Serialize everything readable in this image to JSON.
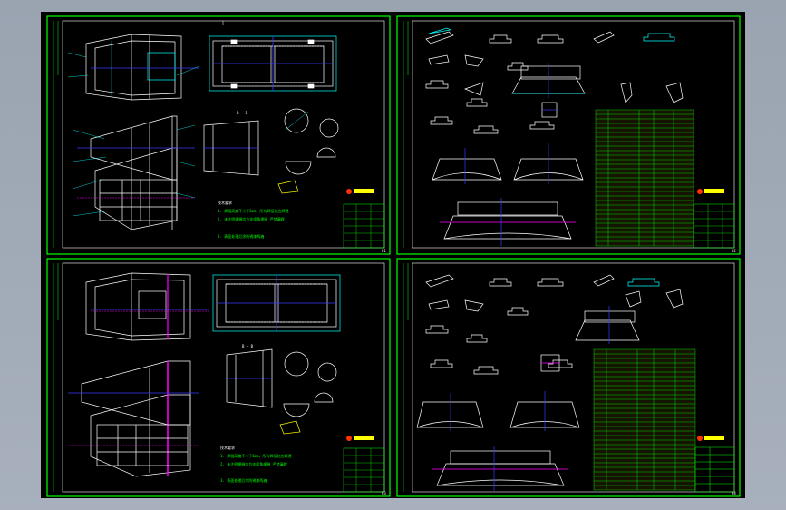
{
  "window": {
    "title": ""
  },
  "sheets": [
    {
      "id": "top-left",
      "section_label": "B — B",
      "note_heading": "技术要求",
      "note_lines": [
        "1. 焊缝高度不小于6mm，所有焊接处应焊透",
        "2. 未注明焊缝均为连续角焊缝 严禁漏焊",
        "3. 表面处理后涂防锈漆两遍"
      ],
      "page_tag": "01"
    },
    {
      "id": "top-right",
      "section_label": "",
      "page_tag": "02"
    },
    {
      "id": "bottom-left",
      "section_label": "B — B",
      "note_heading": "技术要求",
      "note_lines": [
        "1. 焊缝高度不小于6mm，所有焊接处应焊透",
        "2. 未注明焊缝均为连续角焊缝 严禁漏焊",
        "3. 表面处理后涂防锈漆两遍"
      ],
      "page_tag": "03"
    },
    {
      "id": "bottom-right",
      "section_label": "",
      "page_tag": "04"
    }
  ],
  "colors": {
    "frame": "#00ff00",
    "lines": "#ffffff",
    "dims": "#00ffff",
    "accent": "#ffff00",
    "center": "#3b3bff",
    "mark": "#ff00ff",
    "logo": "#ff3300"
  }
}
